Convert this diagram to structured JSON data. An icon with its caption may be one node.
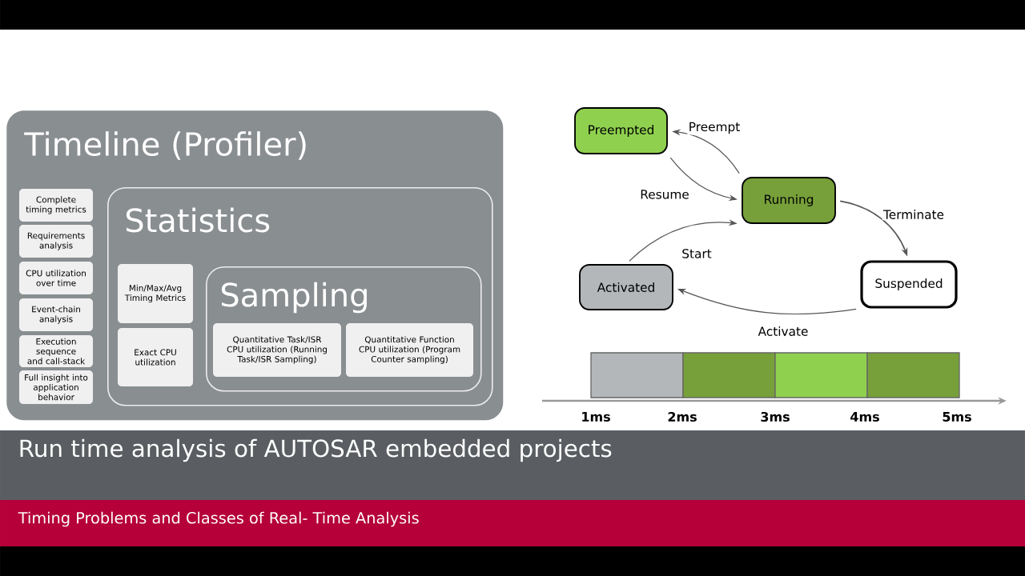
{
  "diagram": {
    "title": "Run time analysis of AUTOSAR embedded projects",
    "caption": "Timing Problems and Classes of Real- Time Analysis",
    "nodes": [
      {
        "text": [
          "Timeline (Profiler)"
        ]
      },
      {
        "text": [
          "Complete timing metrics"
        ],
        "in": 0
      },
      {
        "text": [
          "Requirements analysis"
        ],
        "in": 0
      },
      {
        "text": [
          "CPU utilization over time"
        ],
        "in": 0
      },
      {
        "text": [
          "Event-chain analysis"
        ],
        "in": 0
      },
      {
        "text": [
          "Execution sequence and call-stack"
        ],
        "in": 0
      },
      {
        "text": [
          "Full insight into application behavior"
        ],
        "in": 0
      },
      {
        "text": [
          "Statistics"
        ],
        "in": 0
      },
      {
        "text": [
          "Min/Max/Avg Timing Metrics"
        ],
        "in": 7
      },
      {
        "text": [
          "Exact CPU utilization"
        ],
        "in": 7
      },
      {
        "text": [
          "Sampling"
        ],
        "in": 7
      },
      {
        "text": [
          "Quantitative Task/ISR CPU utilization (Running Task/ISR Sampling)"
        ],
        "in": 10
      },
      {
        "text": [
          "Quantitative Function CPU utilization (Program Counter sampling)"
        ],
        "in": 10
      },
      {
        "text": [
          "Preempted"
        ]
      },
      {
        "text": [
          "Running"
        ]
      },
      {
        "text": [
          "Activated"
        ]
      },
      {
        "text": [
          "Suspended"
        ]
      }
    ],
    "edges": [
      {
        "from": 14,
        "to": 13,
        "arrow": "to",
        "label": "Preempt"
      },
      {
        "from": 13,
        "to": 14,
        "arrow": "to",
        "label": "Resume"
      },
      {
        "from": 15,
        "to": 14,
        "arrow": "to",
        "label": "Start"
      },
      {
        "from": 14,
        "to": 16,
        "arrow": "to",
        "label": "Terminate"
      },
      {
        "from": 16,
        "to": 15,
        "arrow": "to",
        "label": "Activate"
      }
    ],
    "labels": [
      "1ms",
      "2ms",
      "3ms",
      "4ms",
      "5ms"
    ]
  }
}
